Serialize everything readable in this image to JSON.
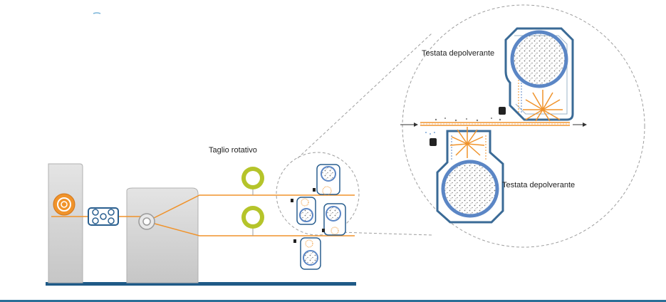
{
  "labels": {
    "rotary_cut": "Taglio rotativo",
    "dedusting_head_top": "Testata depolverante",
    "dedusting_head_bottom": "Testata depolverante"
  },
  "colors": {
    "web_line": "#f0932b",
    "unwind_roll": "#f0932b",
    "rewind_ring": "#b5c42a",
    "machine_body": "#c8c8c8",
    "roller_ring": "#5b86c5",
    "dust_particle": "#7a7a7a",
    "base_plate": "#1f5a87",
    "dashed_outline": "#9e9e9e"
  }
}
